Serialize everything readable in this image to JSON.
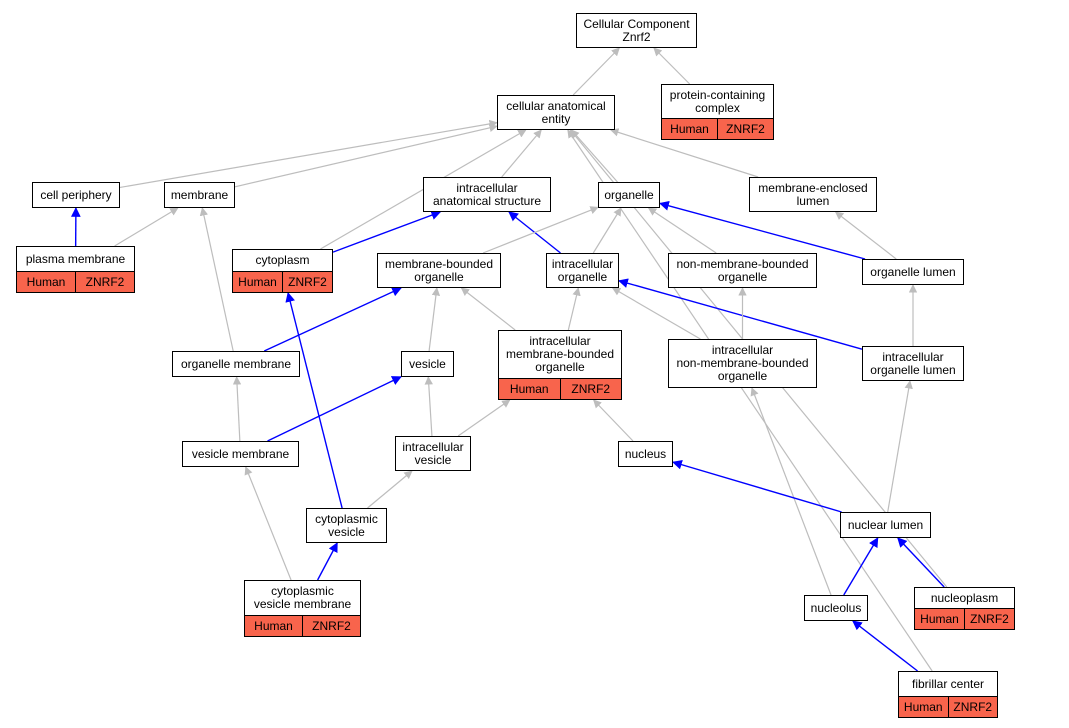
{
  "colors": {
    "annotation_fill": "#f8644c",
    "edge_default": "#bdbdbd",
    "edge_highlight": "#0000ff"
  },
  "nodes": [
    {
      "id": "root",
      "label": "Cellular Component\nZnrf2"
    },
    {
      "id": "pcc",
      "label": "protein-containing\ncomplex",
      "annotation": [
        "Human",
        "ZNRF2"
      ]
    },
    {
      "id": "cae",
      "label": "cellular anatomical\nentity"
    },
    {
      "id": "cellper",
      "label": "cell periphery"
    },
    {
      "id": "membrane",
      "label": "membrane"
    },
    {
      "id": "ias",
      "label": "intracellular\nanatomical structure"
    },
    {
      "id": "organelle",
      "label": "organelle"
    },
    {
      "id": "mel",
      "label": "membrane-enclosed\nlumen"
    },
    {
      "id": "plasma",
      "label": "plasma membrane",
      "annotation": [
        "Human",
        "ZNRF2"
      ]
    },
    {
      "id": "cyto",
      "label": "cytoplasm",
      "annotation": [
        "Human",
        "ZNRF2"
      ]
    },
    {
      "id": "mbo",
      "label": "membrane-bounded\norganelle"
    },
    {
      "id": "io",
      "label": "intracellular\norganelle"
    },
    {
      "id": "nmbo",
      "label": "non-membrane-bounded\norganelle"
    },
    {
      "id": "ol",
      "label": "organelle lumen"
    },
    {
      "id": "om",
      "label": "organelle membrane"
    },
    {
      "id": "vesicle",
      "label": "vesicle"
    },
    {
      "id": "imbo",
      "label": "intracellular\nmembrane-bounded\norganelle",
      "annotation": [
        "Human",
        "ZNRF2"
      ]
    },
    {
      "id": "inmbo",
      "label": "intracellular\nnon-membrane-bounded\norganelle"
    },
    {
      "id": "iol",
      "label": "intracellular\norganelle lumen"
    },
    {
      "id": "vm",
      "label": "vesicle membrane"
    },
    {
      "id": "iv",
      "label": "intracellular\nvesicle"
    },
    {
      "id": "nucleus",
      "label": "nucleus"
    },
    {
      "id": "cv",
      "label": "cytoplasmic\nvesicle"
    },
    {
      "id": "nl",
      "label": "nuclear lumen"
    },
    {
      "id": "cvm",
      "label": "cytoplasmic\nvesicle membrane",
      "annotation": [
        "Human",
        "ZNRF2"
      ]
    },
    {
      "id": "nucleolus",
      "label": "nucleolus"
    },
    {
      "id": "nucleoplasm",
      "label": "nucleoplasm",
      "annotation": [
        "Human",
        "ZNRF2"
      ]
    },
    {
      "id": "fc",
      "label": "fibrillar center",
      "annotation": [
        "Human",
        "ZNRF2"
      ]
    }
  ],
  "edges": [
    {
      "from": "cae",
      "to": "root",
      "highlight": false
    },
    {
      "from": "pcc",
      "to": "root",
      "highlight": false
    },
    {
      "from": "cellper",
      "to": "cae",
      "highlight": false
    },
    {
      "from": "membrane",
      "to": "cae",
      "highlight": false
    },
    {
      "from": "ias",
      "to": "cae",
      "highlight": false
    },
    {
      "from": "organelle",
      "to": "cae",
      "highlight": false
    },
    {
      "from": "mel",
      "to": "cae",
      "highlight": false
    },
    {
      "from": "cyto",
      "to": "cae",
      "highlight": false
    },
    {
      "from": "nucleoplasm",
      "to": "cae",
      "highlight": false
    },
    {
      "from": "fc",
      "to": "cae",
      "highlight": false
    },
    {
      "from": "plasma",
      "to": "cellper",
      "highlight": true
    },
    {
      "from": "plasma",
      "to": "membrane",
      "highlight": false
    },
    {
      "from": "om",
      "to": "membrane",
      "highlight": false
    },
    {
      "from": "cyto",
      "to": "ias",
      "highlight": true
    },
    {
      "from": "io",
      "to": "ias",
      "highlight": true
    },
    {
      "from": "mbo",
      "to": "organelle",
      "highlight": false
    },
    {
      "from": "io",
      "to": "organelle",
      "highlight": false
    },
    {
      "from": "nmbo",
      "to": "organelle",
      "highlight": false
    },
    {
      "from": "ol",
      "to": "organelle",
      "highlight": true
    },
    {
      "from": "ol",
      "to": "mel",
      "highlight": false
    },
    {
      "from": "om",
      "to": "mbo",
      "highlight": true
    },
    {
      "from": "vesicle",
      "to": "mbo",
      "highlight": false
    },
    {
      "from": "imbo",
      "to": "mbo",
      "highlight": false
    },
    {
      "from": "imbo",
      "to": "io",
      "highlight": false
    },
    {
      "from": "inmbo",
      "to": "io",
      "highlight": false
    },
    {
      "from": "iol",
      "to": "io",
      "highlight": true
    },
    {
      "from": "inmbo",
      "to": "nmbo",
      "highlight": false
    },
    {
      "from": "iol",
      "to": "ol",
      "highlight": false
    },
    {
      "from": "vm",
      "to": "om",
      "highlight": false
    },
    {
      "from": "vm",
      "to": "vesicle",
      "highlight": true
    },
    {
      "from": "iv",
      "to": "vesicle",
      "highlight": false
    },
    {
      "from": "iv",
      "to": "imbo",
      "highlight": false
    },
    {
      "from": "nucleus",
      "to": "imbo",
      "highlight": false
    },
    {
      "from": "nucleolus",
      "to": "inmbo",
      "highlight": false
    },
    {
      "from": "nl",
      "to": "iol",
      "highlight": false
    },
    {
      "from": "cvm",
      "to": "vm",
      "highlight": false
    },
    {
      "from": "cv",
      "to": "iv",
      "highlight": false
    },
    {
      "from": "cv",
      "to": "cyto",
      "highlight": true
    },
    {
      "from": "nl",
      "to": "nucleus",
      "highlight": true
    },
    {
      "from": "cvm",
      "to": "cv",
      "highlight": true
    },
    {
      "from": "nucleolus",
      "to": "nl",
      "highlight": true
    },
    {
      "from": "nucleoplasm",
      "to": "nl",
      "highlight": true
    },
    {
      "from": "fc",
      "to": "nucleolus",
      "highlight": true
    }
  ]
}
